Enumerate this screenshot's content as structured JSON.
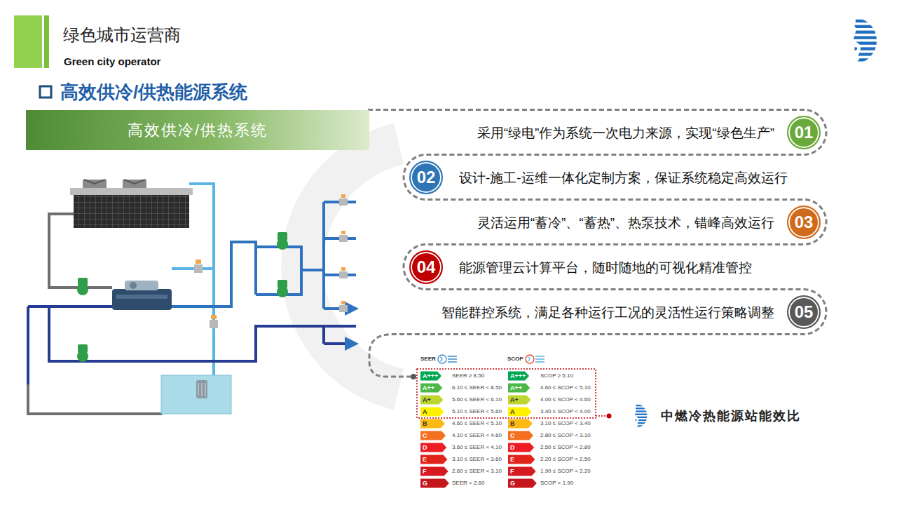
{
  "diagram": {
    "title": "绿色城市运营商",
    "nodes": [
      {
        "text": [
          "高效供冷/供热系统"
        ]
      },
      {
        "text": [
          "采用“绿电”作为系统一次电力来源，实现“绿色生产”"
        ]
      },
      {
        "text": [
          "01"
        ],
        "in": 1
      },
      {
        "text": [
          "设计-施工-运维一体化定制方案，保证系统稳定高效运行"
        ]
      },
      {
        "text": [
          "02"
        ],
        "in": 3
      },
      {
        "text": [
          "灵活运用“蓄冷”、“蓄热”、热泵技术，错峰高效运行"
        ]
      },
      {
        "text": [
          "03"
        ],
        "in": 5
      },
      {
        "text": [
          "能源管理云计算平台，随时随地的可视化精准管控"
        ]
      },
      {
        "text": [
          "04"
        ],
        "in": 7
      },
      {
        "text": [
          "智能群控系统，满足各种运行工况的灵活性运行策略调整"
        ]
      },
      {
        "text": [
          "05"
        ],
        "in": 9
      }
    ],
    "labels": [
      "Green city operator",
      "高效供冷/供热能源系统",
      "SEER",
      "SCOP",
      "A+++",
      "SEER ≥ 8.50",
      "A+++",
      "SCOP ≥ 5.10",
      "A++",
      "6.10 ≤ SEER < 8.50",
      "A++",
      "4.60 ≤ SCOP < 5.10",
      "A+",
      "5.60 ≤ SEER < 6.10",
      "A+",
      "4.00 ≤ SCOP < 4.60",
      "A",
      "5.10 ≤ SEER < 5.60",
      "A",
      "3.40 ≤ SCOP < 4.00",
      "B",
      "4.60 ≤ SEER < 5.10",
      "B",
      "3.10 ≤ SCOP < 3.40",
      "C",
      "4.10 ≤ SEER < 4.60",
      "C",
      "2.80 ≤ SCOP < 3.10",
      "D",
      "3.60 ≤ SEER < 4.10",
      "D",
      "2.50 ≤ SCOP < 2.80",
      "E",
      "3.10 ≤ SEER < 3.60",
      "E",
      "2.20 ≤ SCOP < 2.50",
      "F",
      "2.60 ≤ SEER < 3.10",
      "F",
      "1.90 ≤ SCOP < 2.20",
      "G",
      "SEER < 2.60",
      "G",
      "SCOP < 1.90",
      "中燃冷热能源站能效比"
    ]
  }
}
